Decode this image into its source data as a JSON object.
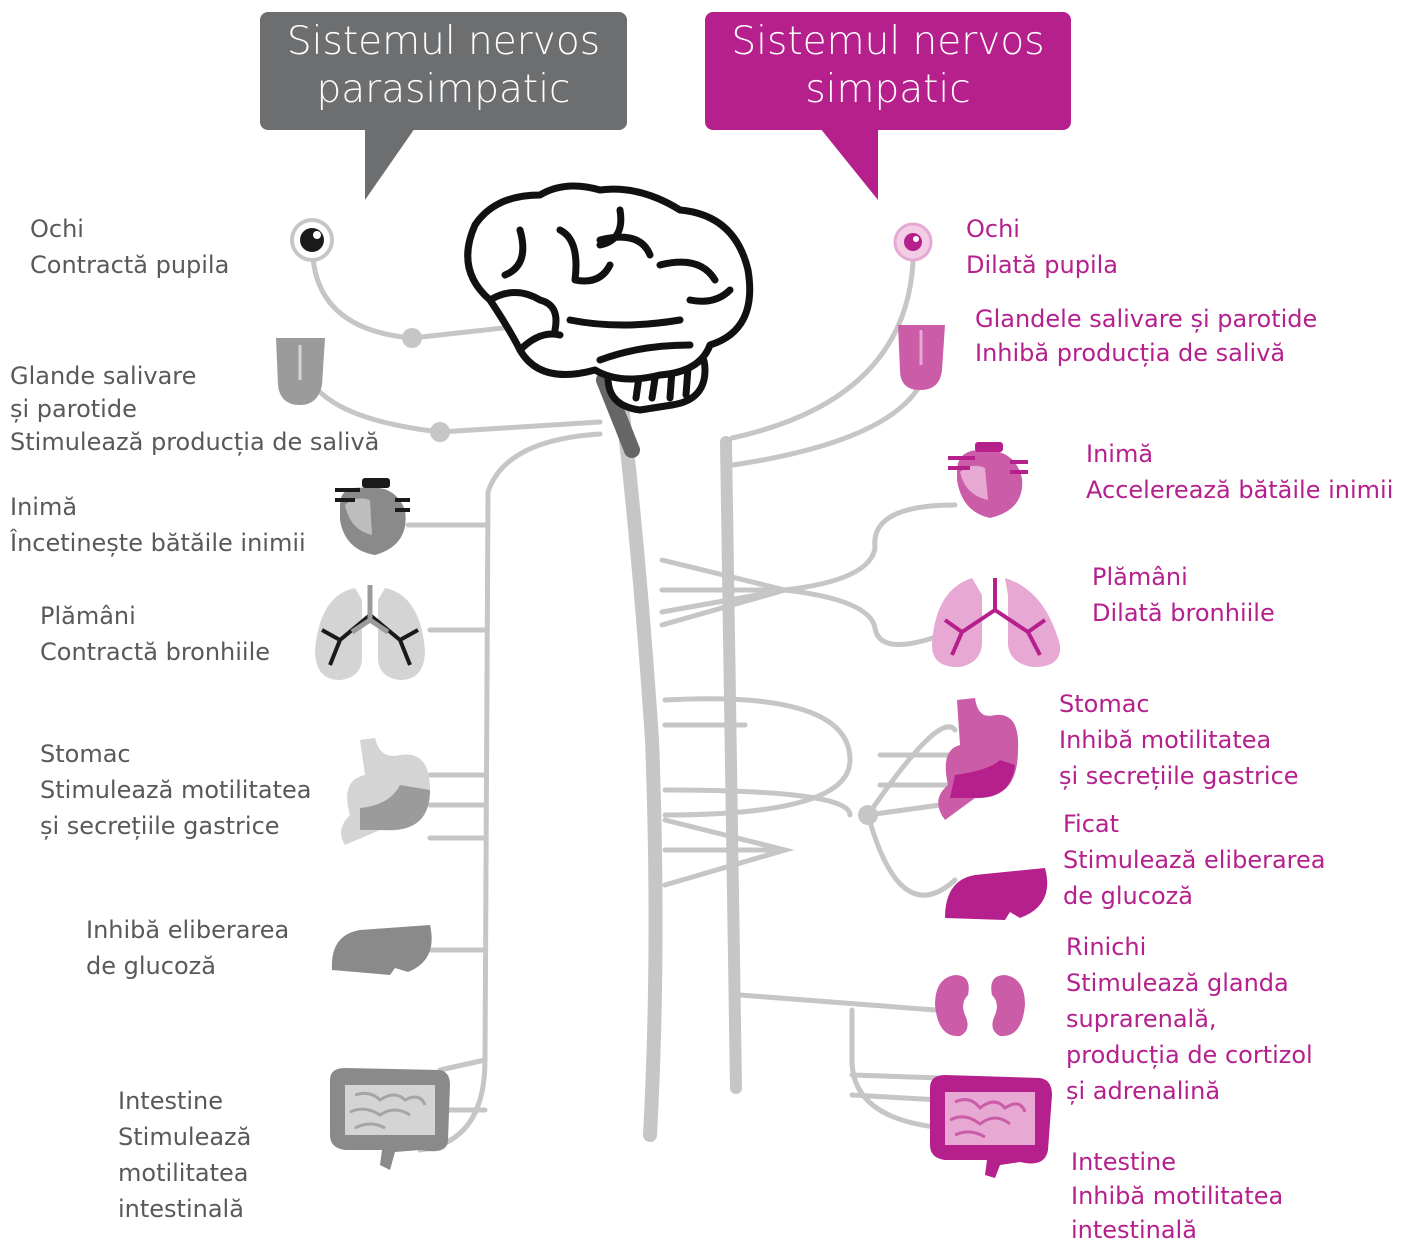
{
  "colors": {
    "parasympathetic": "#6d6e70",
    "sympathetic": "#b5208d",
    "nerve": "#c6c6c6",
    "organ_light": "#d4d4d4",
    "organ_dark": "#8a8a8a",
    "organ_pink_light": "#e7a9d3",
    "organ_pink": "#cb5da8"
  },
  "parasympathetic": {
    "title": [
      "Sistemul nervos",
      "parasimpatic"
    ],
    "organs": {
      "eye": [
        "Ochi",
        "Contractă pupila"
      ],
      "glands": [
        "Glande salivare",
        "și parotide",
        "Stimulează producția de salivă"
      ],
      "heart": [
        "Inimă",
        "Încetinește bătăile inimii"
      ],
      "lungs": [
        "Plămâni",
        "Contractă bronhiile"
      ],
      "stomach": [
        "Stomac",
        "Stimulează motilitatea",
        "și secrețiile gastrice"
      ],
      "liver": [
        "Inhibă eliberarea",
        "de glucoză"
      ],
      "intestines": [
        "Intestine",
        "Stimulează",
        "motilitatea",
        "intestinală"
      ]
    }
  },
  "sympathetic": {
    "title": [
      "Sistemul nervos",
      "simpatic"
    ],
    "organs": {
      "eye": [
        "Ochi",
        "Dilată pupila"
      ],
      "glands": [
        "Glandele salivare și parotide",
        "Inhibă producția de salivă"
      ],
      "heart": [
        "Inimă",
        "Accelerează bătăile inimii"
      ],
      "lungs": [
        "Plămâni",
        "Dilată bronhiile"
      ],
      "stomach": [
        "Stomac",
        "Inhibă motilitatea",
        "și secrețiile gastrice"
      ],
      "liver": [
        "Ficat",
        "Stimulează eliberarea",
        "de glucoză"
      ],
      "kidneys": [
        "Rinichi",
        "Stimulează glanda",
        "suprarenală,",
        "producția de cortizol",
        "și adrenalină"
      ],
      "intestines": [
        "Intestine",
        "Inhibă motilitatea",
        "intestinală"
      ]
    }
  }
}
